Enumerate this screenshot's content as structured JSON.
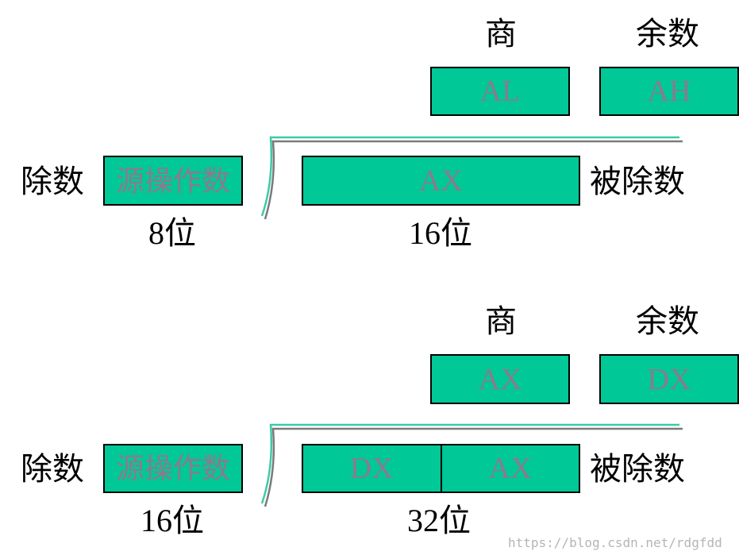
{
  "colors": {
    "box_fill": "#00c896",
    "box_text": "#8a7b8e",
    "bracket_front": "#3ec9a7",
    "bracket_shadow": "#7a7a7a"
  },
  "diagram_top": {
    "quotient_label": "商",
    "remainder_label": "余数",
    "quotient_reg": "AL",
    "remainder_reg": "AH",
    "divisor_label": "除数",
    "divisor_box": "源操作数",
    "divisor_size": "8位",
    "dividend_reg": "AX",
    "dividend_label": "被除数",
    "dividend_size": "16位"
  },
  "diagram_bottom": {
    "quotient_label": "商",
    "remainder_label": "余数",
    "quotient_reg": "AX",
    "remainder_reg": "DX",
    "divisor_label": "除数",
    "divisor_box": "源操作数",
    "divisor_size": "16位",
    "dividend_high": "DX",
    "dividend_low": "AX",
    "dividend_label": "被除数",
    "dividend_size": "32位"
  },
  "watermark": "https://blog.csdn.net/rdgfdd"
}
